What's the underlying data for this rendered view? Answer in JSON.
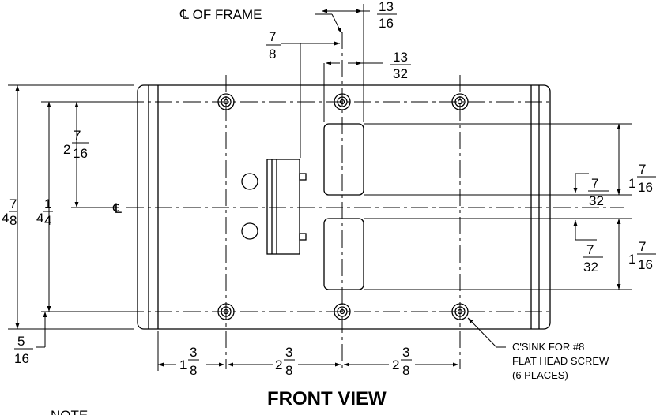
{
  "labels": {
    "cl_of_frame": "℄ OF FRAME",
    "centerline_symbol": "℄",
    "title": "FRONT VIEW",
    "note": "NOTE",
    "csink_line1": "C'SINK FOR #8",
    "csink_line2": "FLAT HEAD SCREW",
    "csink_line3": "(6 PLACES)"
  },
  "dims": {
    "top_13_16": {
      "num": "13",
      "den": "16"
    },
    "top_7_8": {
      "num": "7",
      "den": "8"
    },
    "top_13_32": {
      "num": "13",
      "den": "32"
    },
    "left_outer": {
      "whole": "4",
      "num": "7",
      "den": "8"
    },
    "left_inner": {
      "whole": "4",
      "num": "1",
      "den": "4"
    },
    "left_upper": {
      "whole": "2",
      "num": "7",
      "den": "16"
    },
    "bottom_left": {
      "num": "5",
      "den": "16"
    },
    "right_upper": {
      "whole": "1",
      "num": "7",
      "den": "16"
    },
    "right_mid_upper": {
      "num": "7",
      "den": "32"
    },
    "right_mid_lower": {
      "num": "7",
      "den": "32"
    },
    "right_lower": {
      "whole": "1",
      "num": "7",
      "den": "16"
    },
    "bot_1": {
      "whole": "1",
      "num": "3",
      "den": "8"
    },
    "bot_2": {
      "whole": "2",
      "num": "3",
      "den": "8"
    },
    "bot_3": {
      "whole": "2",
      "num": "3",
      "den": "8"
    }
  }
}
